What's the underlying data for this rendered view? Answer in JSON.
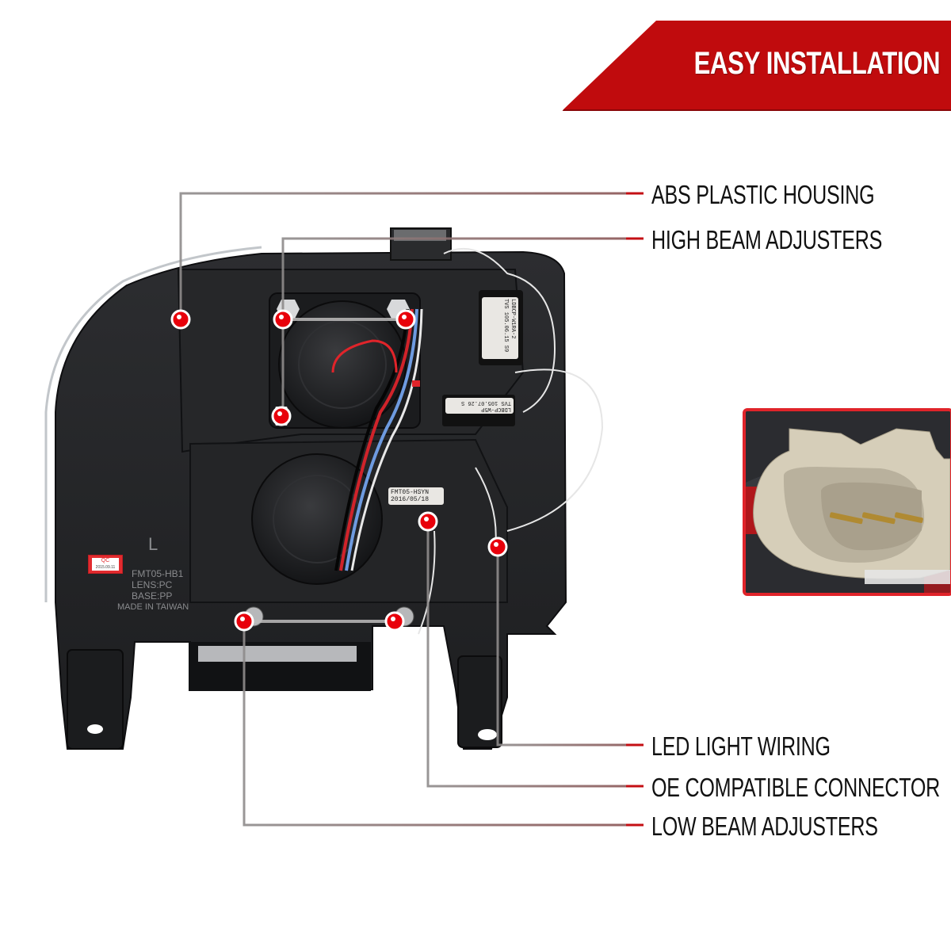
{
  "banner": {
    "title": "EASY INSTALLATION",
    "color": "#c00b0d"
  },
  "callouts": [
    {
      "id": "abs-plastic-housing",
      "label": "ABS PLASTIC HOUSING"
    },
    {
      "id": "high-beam-adjusters",
      "label": "HIGH BEAM ADJUSTERS"
    },
    {
      "id": "led-light-wiring",
      "label": "LED LIGHT WIRING"
    },
    {
      "id": "oe-compatible-connector",
      "label": "OE COMPATIBLE CONNECTOR"
    },
    {
      "id": "low-beam-adjusters",
      "label": "LOW BEAM ADJUSTERS"
    }
  ],
  "housing_markings": {
    "side": "L",
    "part": "FMT05-HB1",
    "lens": "LENS:PC",
    "base": "BASE:PP",
    "origin": "MADE IN TAIWAN"
  },
  "qc_sticker": {
    "label": "QC",
    "date": "2015.09.11"
  },
  "connector_label": {
    "line1": "FMT05-HSYN",
    "line2": "2016/05/18"
  },
  "module_labels": [
    {
      "line1": "LDBCP-W1RA-2",
      "line2": "TVS 105.06.15 S9"
    },
    {
      "line1": "LDBCP-W5P",
      "line2": "TVS 105.07.26 S"
    }
  ],
  "colors": {
    "accent_red": "#e0242a",
    "marker_red": "#e8000b",
    "leader_gray": "#8e8b8b",
    "text": "#111111"
  }
}
